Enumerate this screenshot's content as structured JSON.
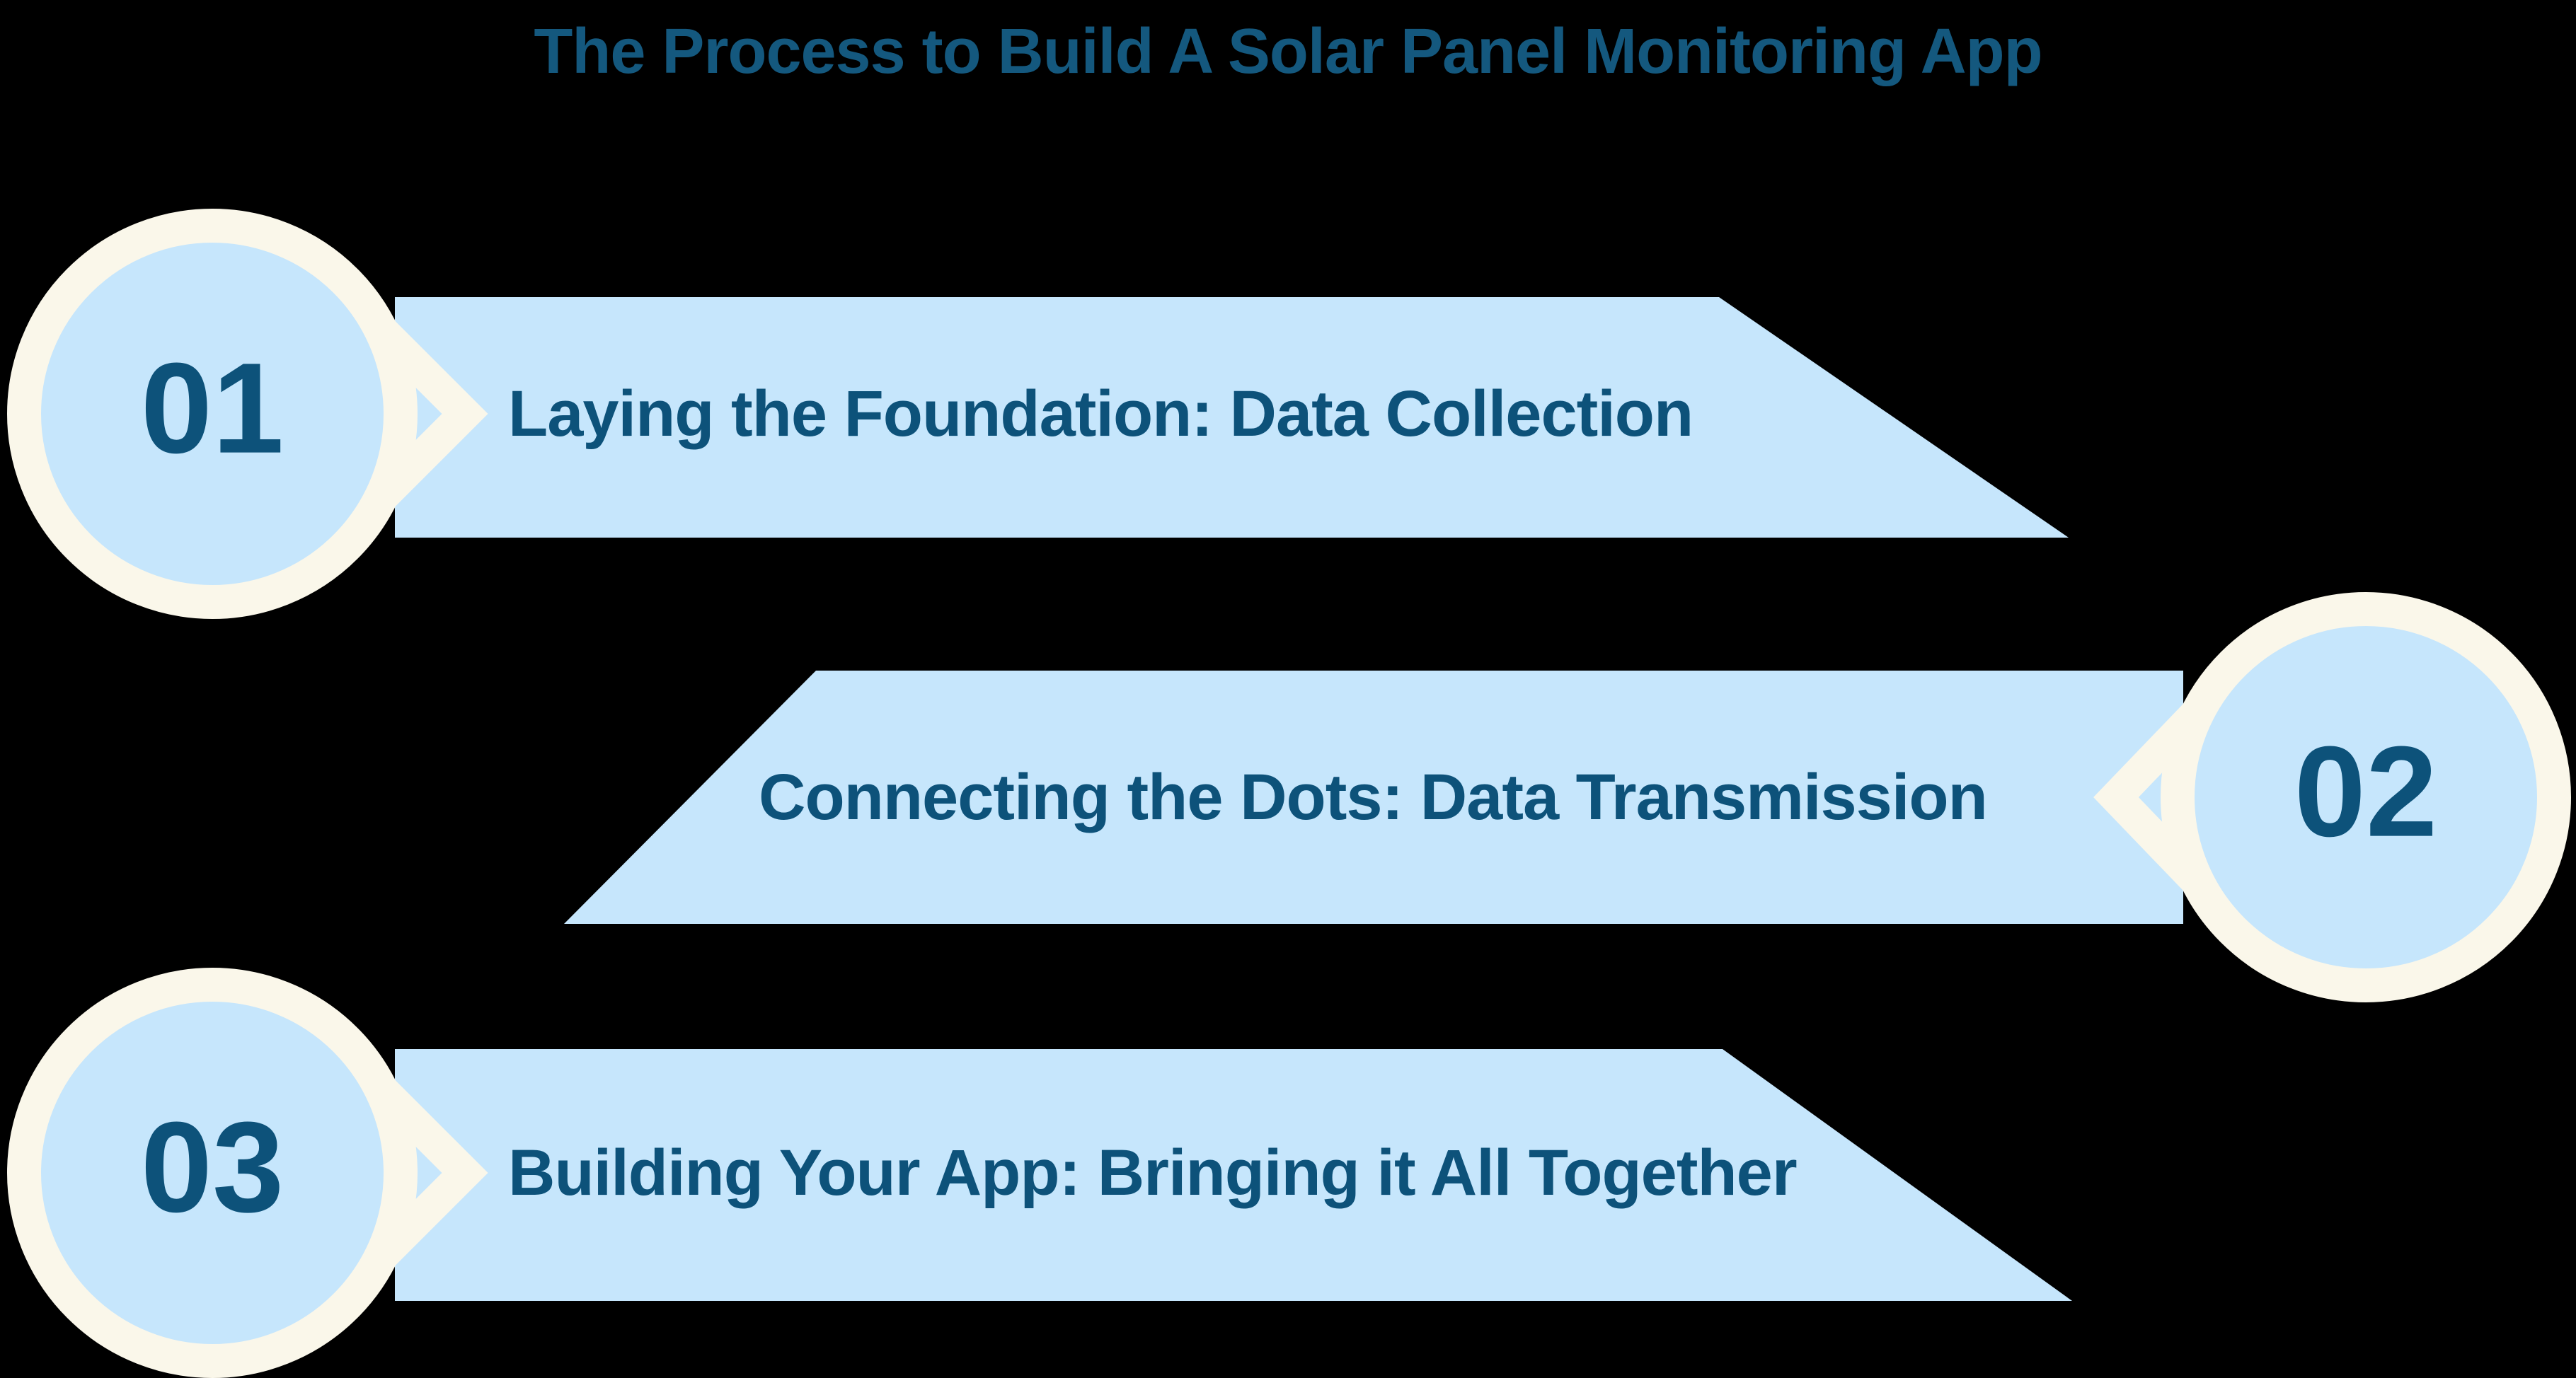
{
  "title": "The Process to Build A Solar Panel Monitoring App",
  "steps": [
    {
      "number": "01",
      "label": "Laying the Foundation: Data Collection"
    },
    {
      "number": "02",
      "label": "Connecting the Dots: Data Transmission"
    },
    {
      "number": "03",
      "label": "Building Your App: Bringing it All Together"
    }
  ],
  "colors": {
    "background": "#000000",
    "shape_blue": "#c6e6fc",
    "outline_cream": "#faf7ea",
    "title_text": "#14587e",
    "step_text": "#0d527a"
  }
}
